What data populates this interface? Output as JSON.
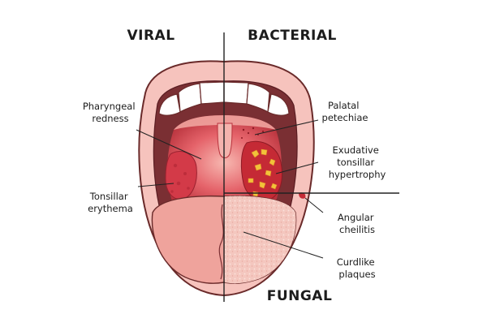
{
  "sections": {
    "viral": "VIRAL",
    "bacterial": "BACTERIAL",
    "fungal": "FUNGAL"
  },
  "labels": {
    "pharyngeal_redness": [
      "Pharyngeal",
      "redness"
    ],
    "tonsillar_erythema": [
      "Tonsillar",
      "erythema"
    ],
    "palatal_petechiae": [
      "Palatal",
      "petechiae"
    ],
    "exudative_tonsillar_hypertrophy": [
      "Exudative",
      "tonsillar",
      "hypertrophy"
    ],
    "angular_cheilitis": [
      "Angular",
      "cheilitis"
    ],
    "curdlike_plaques": [
      "Curdlike",
      "plaques"
    ]
  },
  "colors": {
    "lip": "#f6c3bd",
    "lip_outline": "#6a2a2a",
    "mouth_dark": "#7a2f33",
    "throat": "#d8464c",
    "throat_light": "#f3a5a0",
    "tongue": "#efa39c",
    "tongue_fungal": "#f4c7bf",
    "tonsil_viral": "#d33a48",
    "tonsil_bacterial": "#c52a35",
    "exudate": "#f2c23a",
    "teeth": "#ffffff",
    "text": "#1c1c1c"
  }
}
